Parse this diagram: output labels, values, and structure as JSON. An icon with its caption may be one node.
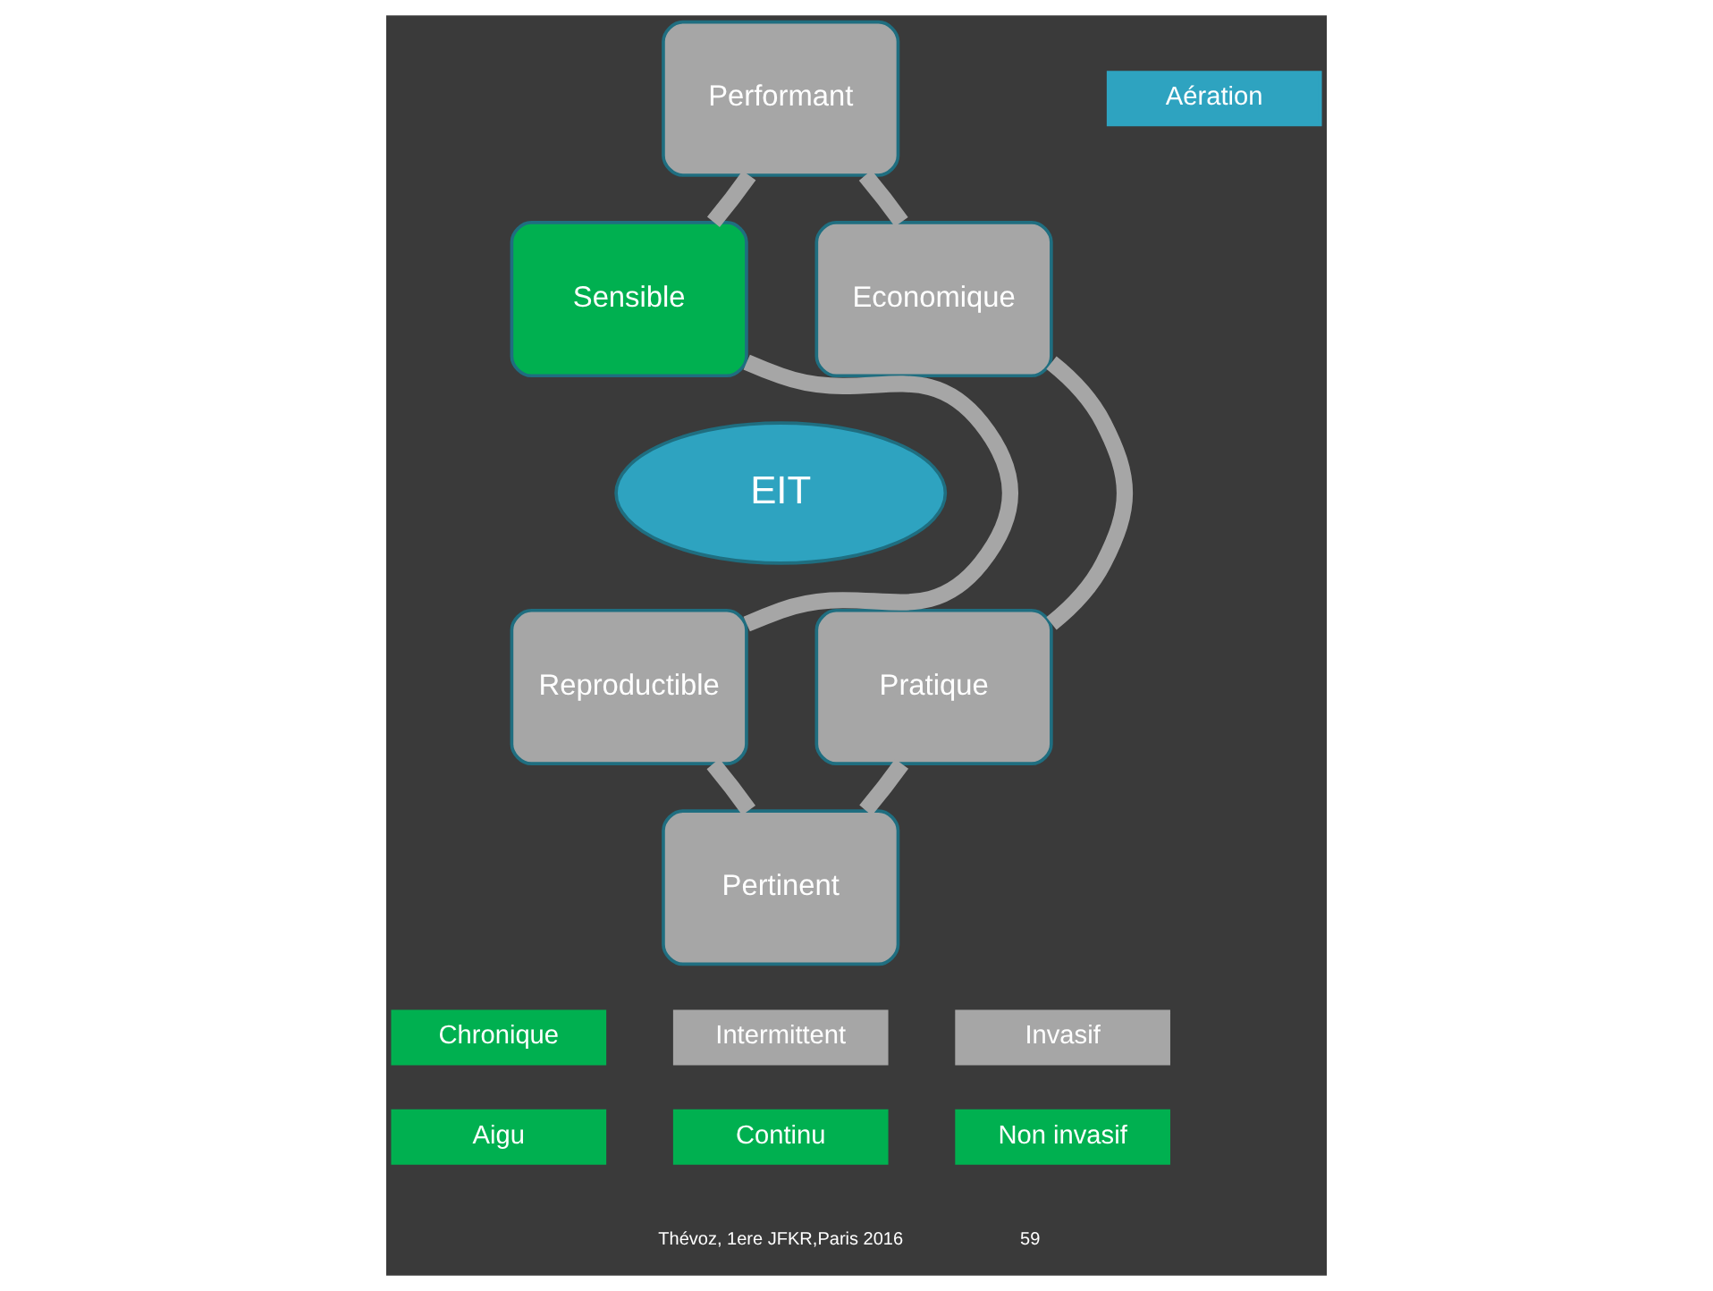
{
  "diagram": {
    "nodes": [
      {
        "text": [
          "Aération"
        ]
      },
      {
        "text": [
          "Performant"
        ]
      },
      {
        "text": [
          "Sensible"
        ]
      },
      {
        "text": [
          "Economique"
        ]
      },
      {
        "text": [
          "EIT"
        ]
      },
      {
        "text": [
          "Reproductible"
        ]
      },
      {
        "text": [
          "Pratique"
        ]
      },
      {
        "text": [
          "Pertinent"
        ]
      },
      {
        "text": [
          "Chronique"
        ]
      },
      {
        "text": [
          "Intermittent"
        ]
      },
      {
        "text": [
          "Invasif"
        ]
      },
      {
        "text": [
          "Aigu"
        ]
      },
      {
        "text": [
          "Continu"
        ]
      },
      {
        "text": [
          "Non invasif"
        ]
      }
    ],
    "edges": [
      {
        "from": 1,
        "to": 3,
        "arrow": "none"
      },
      {
        "from": 3,
        "to": 6,
        "arrow": "none"
      },
      {
        "from": 6,
        "to": 7,
        "arrow": "none"
      },
      {
        "from": 7,
        "to": 5,
        "arrow": "none"
      },
      {
        "from": 5,
        "to": 2,
        "arrow": "none"
      },
      {
        "from": 2,
        "to": 1,
        "arrow": "none"
      }
    ],
    "labels": [
      "Thévoz, 1ere JFKR,Paris 2016",
      "59"
    ]
  }
}
